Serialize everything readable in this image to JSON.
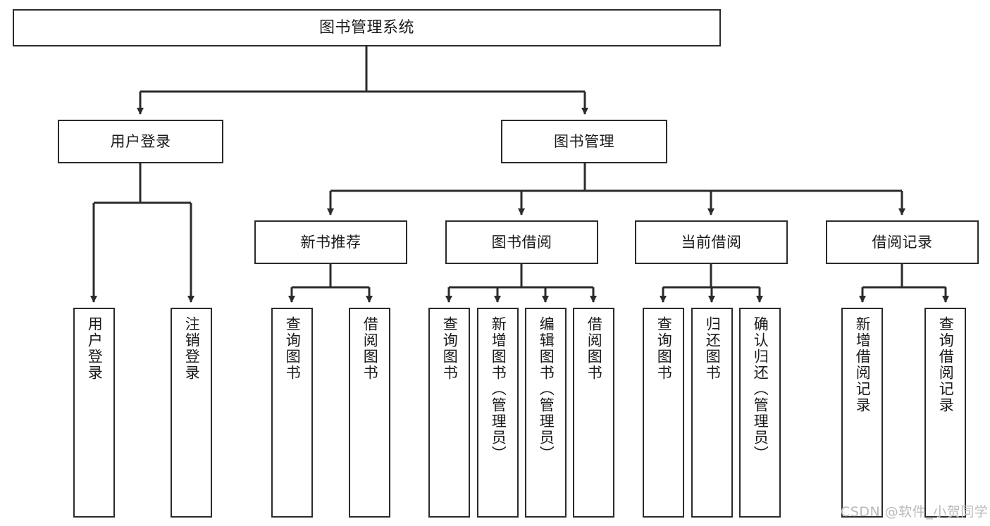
{
  "diagram": {
    "title": "图书管理系统",
    "type": "functional-structure-tree",
    "watermark": "CSDN @软件_小贺同学",
    "colors": {
      "stroke": "#2b2b2b",
      "fill": "#ffffff",
      "text": "#1a1a1a",
      "watermark": "#b9b9b9"
    },
    "levels": {
      "root": {
        "label": "图书管理系统"
      },
      "level2": [
        {
          "label": "用户登录"
        },
        {
          "label": "图书管理"
        }
      ],
      "level3": [
        {
          "label": "新书推荐"
        },
        {
          "label": "图书借阅"
        },
        {
          "label": "当前借阅"
        },
        {
          "label": "借阅记录"
        }
      ],
      "leaves": {
        "user_login": [
          {
            "label": "用户登录"
          },
          {
            "label": "注销登录"
          }
        ],
        "new_book_recommend": [
          {
            "label": "查询图书"
          },
          {
            "label": "借阅图书"
          }
        ],
        "book_borrow": [
          {
            "label": "查询图书"
          },
          {
            "label": "新增图书（管理员）"
          },
          {
            "label": "编辑图书（管理员）"
          },
          {
            "label": "借阅图书"
          }
        ],
        "current_borrow": [
          {
            "label": "查询图书"
          },
          {
            "label": "归还图书"
          },
          {
            "label": "确认归还（管理员）"
          }
        ],
        "borrow_record": [
          {
            "label": "新增借阅记录"
          },
          {
            "label": "查询借阅记录"
          }
        ]
      }
    }
  }
}
